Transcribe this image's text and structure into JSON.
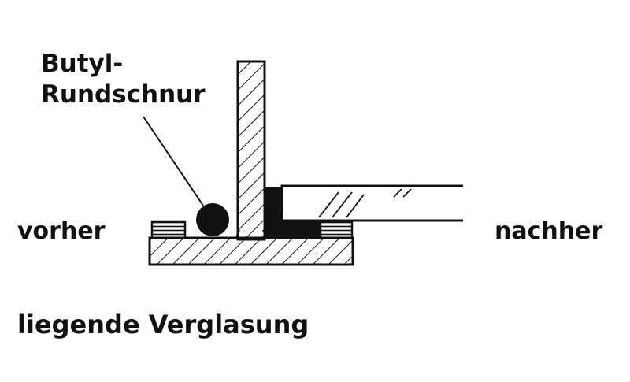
{
  "labels": {
    "cord_line1": "Butyl-",
    "cord_line2": "Rundschnur",
    "before": "vorher",
    "after": "nachher",
    "caption": "liegende Verglasung"
  },
  "colors": {
    "ink": "#111111",
    "background": "#ffffff"
  }
}
